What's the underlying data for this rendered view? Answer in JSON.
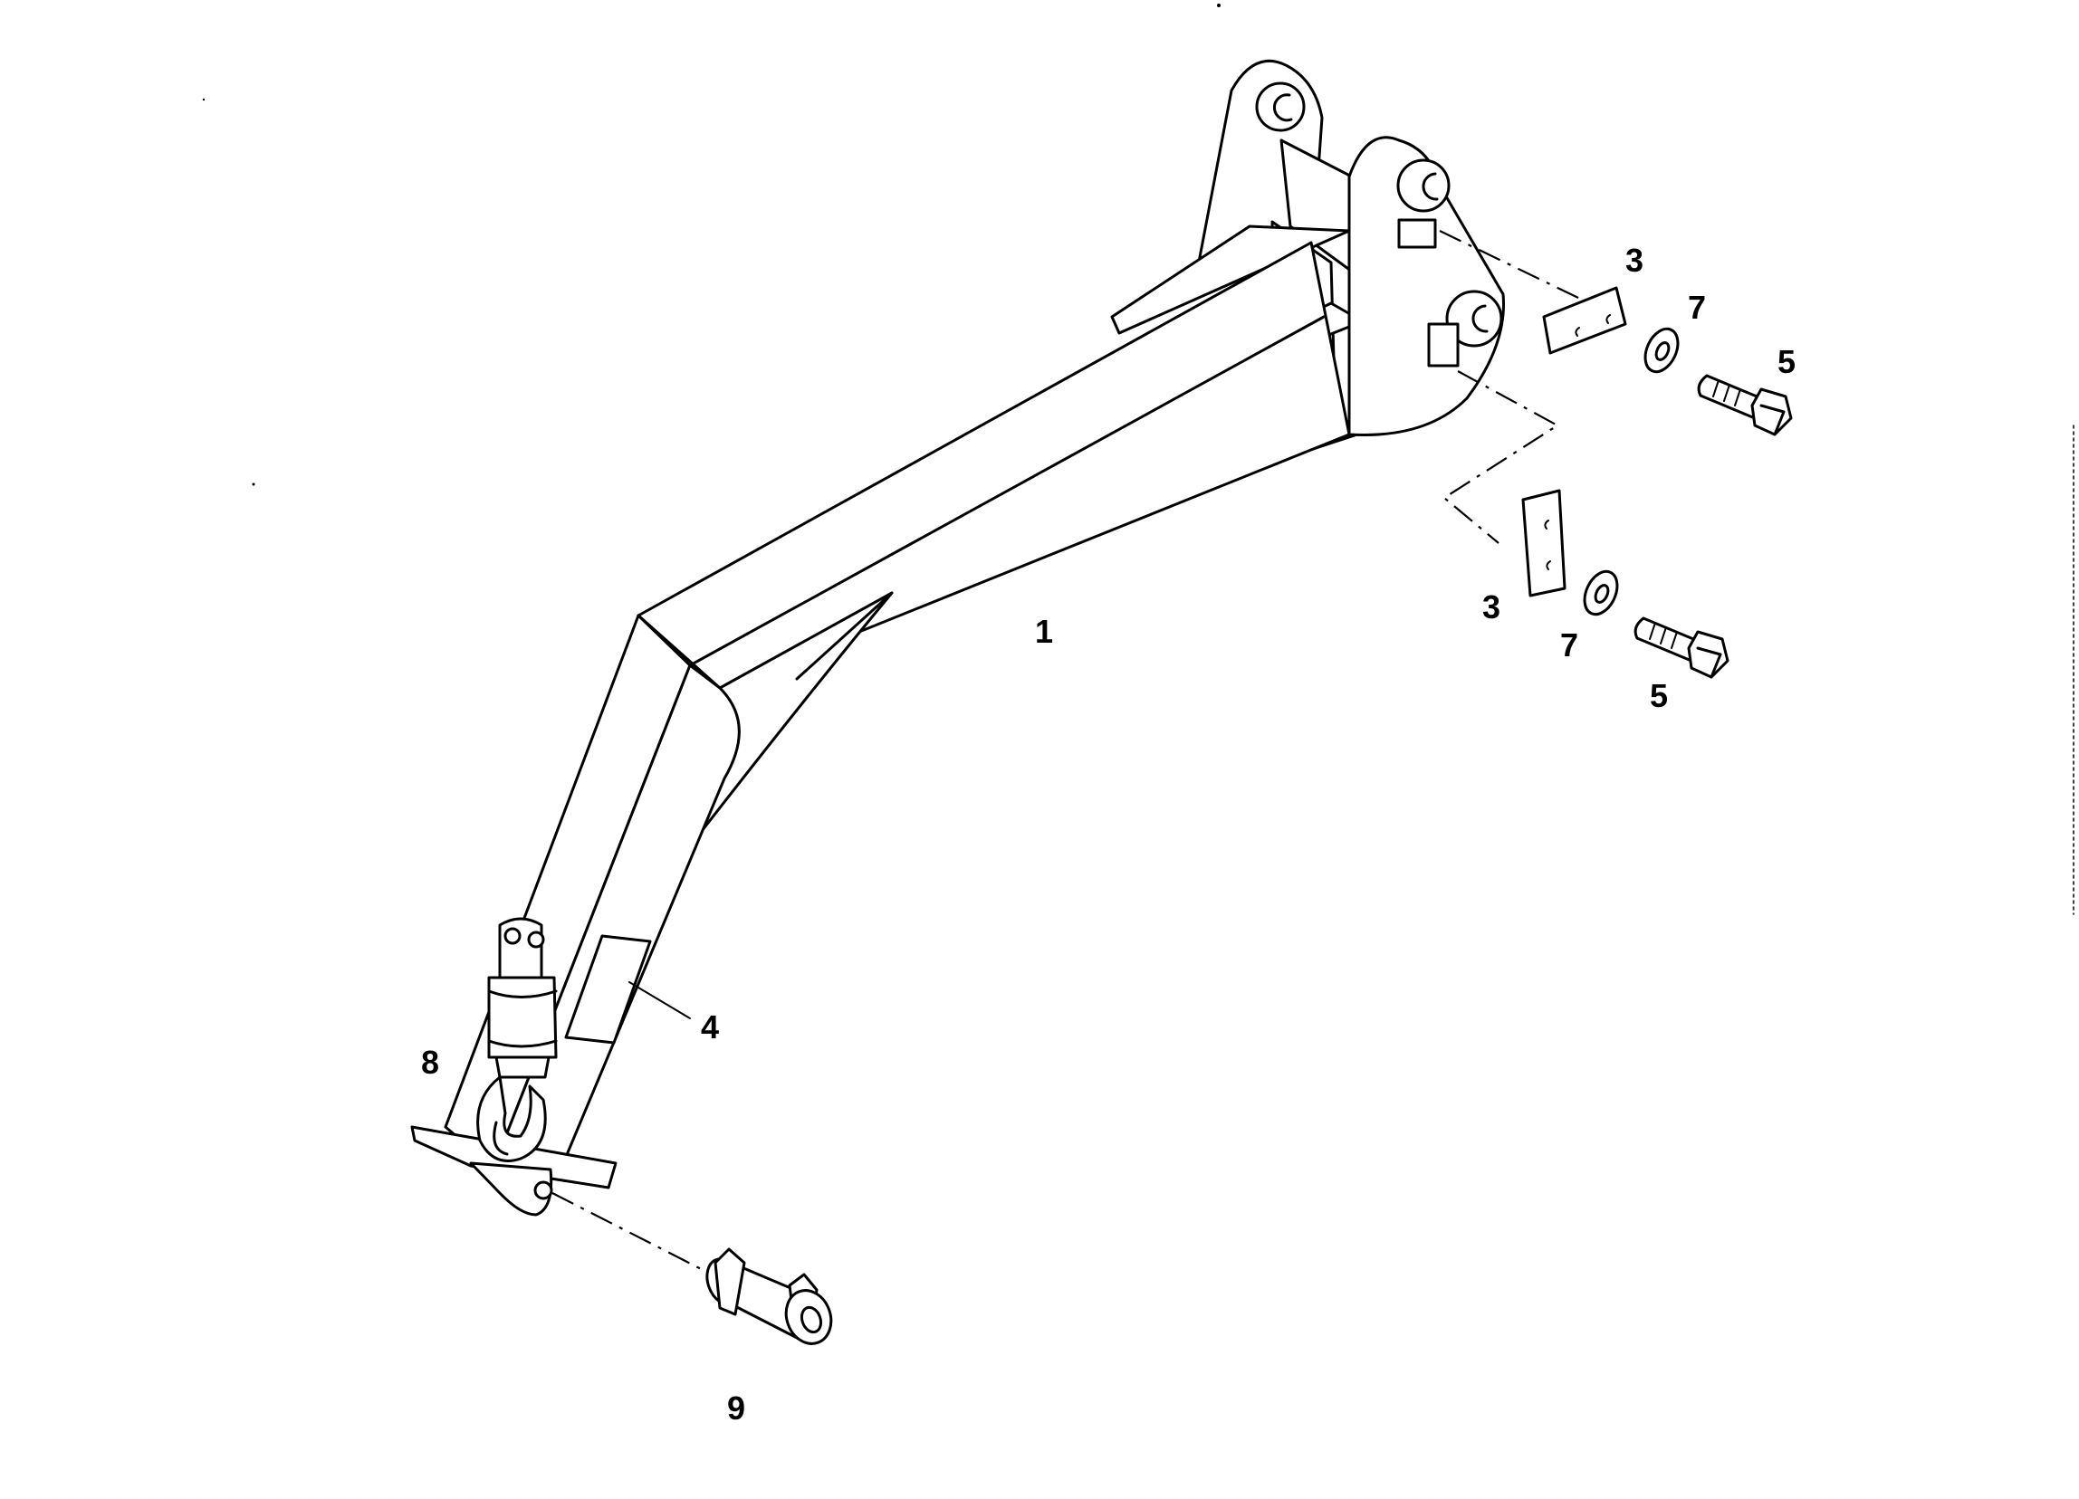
{
  "callouts": {
    "boom": "1",
    "plate_upper": "3",
    "plate_lower": "3",
    "decal": "4",
    "bolt_upper": "5",
    "bolt_lower": "5",
    "washer_upper": "7",
    "washer_lower": "7",
    "hook": "8",
    "pin": "9"
  }
}
